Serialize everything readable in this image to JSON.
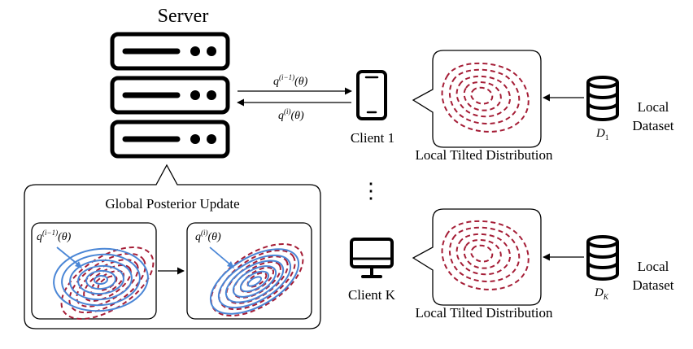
{
  "server": {
    "title": "Server"
  },
  "messages": {
    "down": {
      "base": "q",
      "sup": "(i−1)",
      "arg": "(θ)"
    },
    "up": {
      "base": "q",
      "sup": "(i)",
      "arg": "(θ)"
    }
  },
  "global_update": {
    "title": "Global Posterior Update",
    "before": {
      "base": "q",
      "sup": "(i−1)",
      "arg": "(θ)"
    },
    "after": {
      "base": "q",
      "sup": "(i)",
      "arg": "(θ)"
    }
  },
  "clients": [
    {
      "name": "Client 1",
      "dist_label": "Local Tilted Distribution",
      "dataset_symbol": "D",
      "dataset_sub": "1",
      "dataset_label": [
        "Local",
        "Dataset"
      ]
    },
    {
      "name": "Client K",
      "dist_label": "Local Tilted Distribution",
      "dataset_symbol": "D",
      "dataset_sub": "K",
      "dataset_label": [
        "Local",
        "Dataset"
      ]
    }
  ],
  "ellipsis": "⋮",
  "colors": {
    "dashed": "#a51d36",
    "blue": "#4a86d6",
    "stroke": "#000000"
  },
  "icons": {
    "server": "server-rack-icon",
    "phone": "smartphone-icon",
    "monitor": "monitor-icon",
    "database": "database-icon"
  }
}
